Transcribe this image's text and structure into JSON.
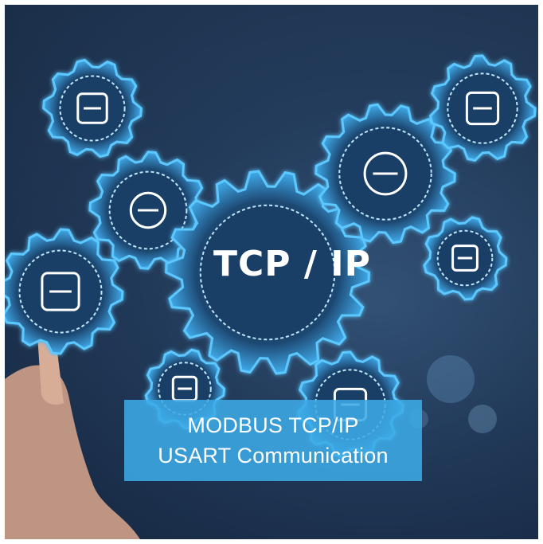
{
  "image": {
    "center_text": "TCP / IP",
    "icons": [
      "server-rack-icon",
      "settings-gears-icon",
      "arrows-exchange-icon",
      "lock-icon",
      "globe-icon",
      "server-stack-icon",
      "mouse-icon",
      "monitor-icon"
    ]
  },
  "caption": {
    "line1": "MODBUS TCP/IP",
    "line2": "USART Communication"
  },
  "colors": {
    "gear_glow": "#5cc8ff",
    "gear_body": "#1f4d7a",
    "caption_bg": "#3caae6"
  }
}
